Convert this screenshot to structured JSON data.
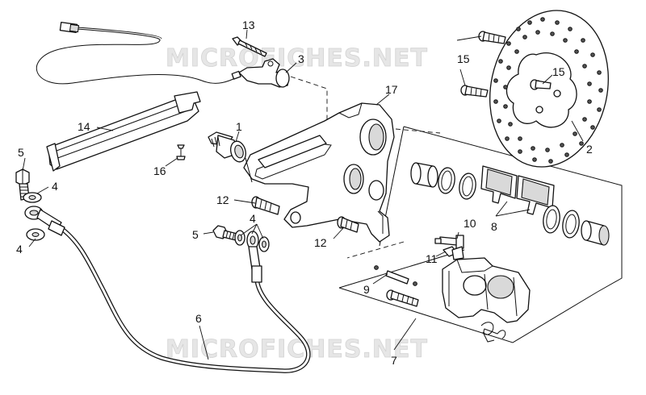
{
  "watermark": {
    "top": "MICROFICHES.NET",
    "bottom": "MICROFICHES.NET"
  },
  "callouts": {
    "c1": "1",
    "c2": "2",
    "c3": "3",
    "c4a": "4",
    "c4b": "4",
    "c4c": "4",
    "c5a": "5",
    "c5b": "5",
    "c6": "6",
    "c7": "7",
    "c8": "8",
    "c9": "9",
    "c10": "10",
    "c11": "11",
    "c12a": "12",
    "c12b": "12",
    "c13": "13",
    "c14": "14",
    "c15a": "15",
    "c15b": "15",
    "c16": "16",
    "c17": "17"
  }
}
